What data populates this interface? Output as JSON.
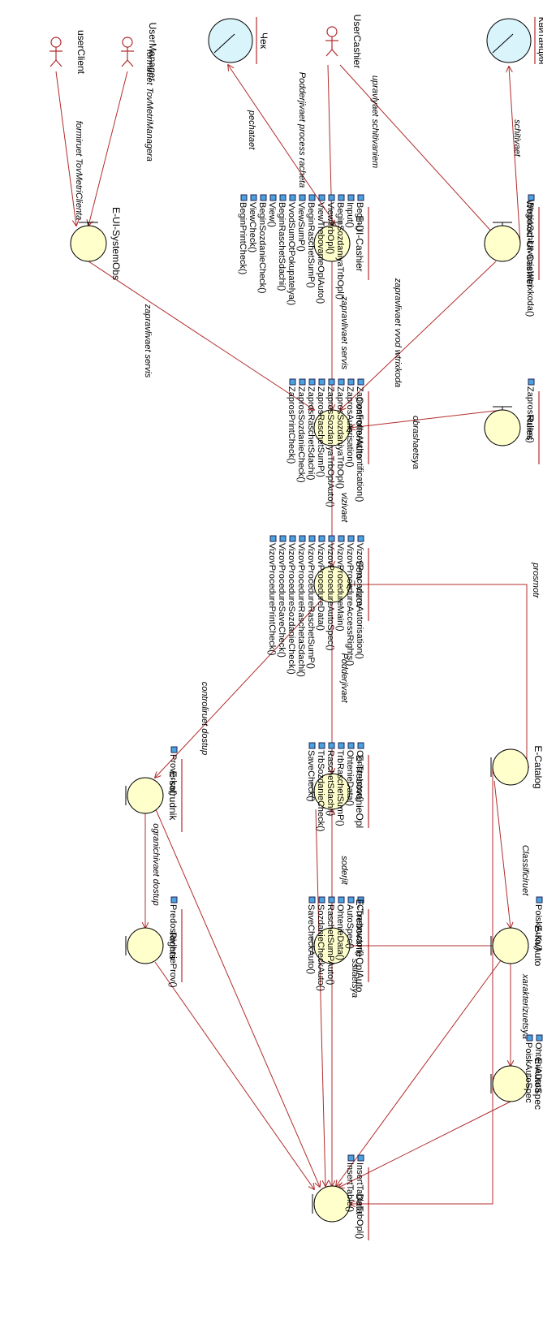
{
  "diagram": {
    "actors": [
      {
        "id": "userCashier",
        "label": "UserCashier"
      },
      {
        "id": "userManager",
        "label": "UserManager"
      },
      {
        "id": "userClient",
        "label": "userClient"
      }
    ],
    "external": [
      {
        "id": "kvitanciya",
        "label": "Квитанция"
      },
      {
        "id": "chek",
        "label": "Чек"
      }
    ],
    "objects": [
      {
        "id": "wtrix",
        "label": "Wtrixkod-UI-Cashier",
        "kind": "boundary",
        "ops": [
          "BeginSchitavanieWtrixkoda()"
        ]
      },
      {
        "id": "uicashier",
        "label": "E-UI-Cashier",
        "kind": "boundary",
        "ops": [
          "Begin()",
          "Input()",
          "BeginSozdaniyaTrbOpl()",
          "ViewTrbOpl()",
          "ViewTrebovanieOplAuto()",
          "BeginRaschetSumP()",
          "ViewSumP()",
          "VvodSumOtPokupatelya()",
          "BeginRaschetSdachi()",
          "View()",
          "BeginSozdanieCheck()",
          "ViewCheck()",
          "BeginPrintCheck()"
        ]
      },
      {
        "id": "systemobs",
        "label": "E-UI-SystemObs",
        "kind": "boundary",
        "ops": []
      },
      {
        "id": "rules",
        "label": "Rules",
        "kind": "boundary",
        "ops": [
          "ZaprosRules()"
        ]
      },
      {
        "id": "controller",
        "label": "ControllerAuto",
        "kind": "control",
        "ops": [
          "ZaprosFormAuthentification()",
          "ZaprosAutorisation()",
          "ZaprosSozdaniyaTrbOpl()",
          "ZaprosSozdaniyaTrbOplAuto()",
          "ZaprosRaschetSumP()",
          "ZaprosRaschetSdachi()",
          "ZaprosSozdanieCheck()",
          "ZaprosPrintCheck()"
        ]
      },
      {
        "id": "serv",
        "label": "Serv_vizov",
        "kind": "control",
        "ops": [
          "VizovProcedureAutorisation()",
          "VizovProcedureAccessRights()",
          "VizovProcedureMain()",
          "VizovProcedureAutoSpec()",
          "VizovProcedureData()",
          "VizovProcedureRaschetSumP()",
          "VizovProcedureRaschetaSdachi()",
          "VizovProcedureSozdanieCheck()",
          "VizovProcedureSaveCheck()",
          "VizovProcedurePrintCheck()"
        ]
      },
      {
        "id": "catalog",
        "label": "E-Catalog",
        "kind": "entity",
        "ops": []
      },
      {
        "id": "trebopl",
        "label": "E-TrebovanieOpl",
        "kind": "entity",
        "ops": [
          "Constructor()",
          "OhtenieData()",
          "TrbRaschetSumP()",
          "RaschetSdachi()",
          "TrbSozdanieCheck()",
          "SaveCheck()"
        ]
      },
      {
        "id": "sotrudnik",
        "label": "E-sotrudnik",
        "kind": "entity",
        "ops": [
          "Proverka()"
        ]
      },
      {
        "id": "kvauto",
        "label": "E-KvAuto",
        "kind": "entity",
        "ops": [
          "PoiskAuto()"
        ]
      },
      {
        "id": "treboplauto",
        "label": "E-TrebovanieOplAuto",
        "kind": "entity",
        "ops": [
          "Constructor()",
          "AutoSpec()",
          "OhtenieData()",
          "RaschetSumPAuto()",
          "SozdanieCheckAuto()",
          "SaveCheckAuto()"
        ]
      },
      {
        "id": "rights",
        "label": "Rights",
        "kind": "entity",
        "ops": [
          "PredostavlenieProv()"
        ]
      },
      {
        "id": "autospec",
        "label": "E-AutoSpec",
        "kind": "entity",
        "ops": [
          "OhtenieData",
          "PoiskAutoSpec"
        ]
      },
      {
        "id": "data",
        "label": "Data",
        "kind": "entity",
        "ops": [
          "InsertTableTrbOpl()",
          "InsertTable()"
        ]
      }
    ],
    "messages": [
      {
        "id": "schitivaet",
        "label": "schitivaet"
      },
      {
        "id": "upravlyaet",
        "label": "upravlyaet schitivaniem"
      },
      {
        "id": "podderjivaet1",
        "label": "Podderjivaet process racheta"
      },
      {
        "id": "pechataet",
        "label": "pechataet"
      },
      {
        "id": "formiruet1",
        "label": "formiruet TovMetriManagera"
      },
      {
        "id": "formiruet2",
        "label": "formiruet TovMetriClienta"
      },
      {
        "id": "zapraw1",
        "label": "zapravlivaet servis"
      },
      {
        "id": "zapraw2",
        "label": "zapravlivaet vvod wtrixkoda"
      },
      {
        "id": "zapraw3",
        "label": "zapravlivaet servis"
      },
      {
        "id": "obrash",
        "label": "obrashaetsya"
      },
      {
        "id": "vizivaet",
        "label": "vizivaet"
      },
      {
        "id": "prosmotr",
        "label": "prosmotr"
      },
      {
        "id": "podderjivaet2",
        "label": "Podderjivaet"
      },
      {
        "id": "control",
        "label": "controliruet dostup"
      },
      {
        "id": "classif",
        "label": "Classificiruet"
      },
      {
        "id": "sodergit",
        "label": "soderjit"
      },
      {
        "id": "ssilaetsya",
        "label": "ssilaetsya"
      },
      {
        "id": "ogranichivaet",
        "label": "ogranichivaet dostup"
      },
      {
        "id": "xarakter",
        "label": "xarakterizuetsya"
      }
    ]
  },
  "colors": {
    "object_fill": "#ffffcc",
    "line": "#b22c2c",
    "sphere": "#d9f4fb"
  },
  "icons": {
    "operation": "operation-icon"
  }
}
